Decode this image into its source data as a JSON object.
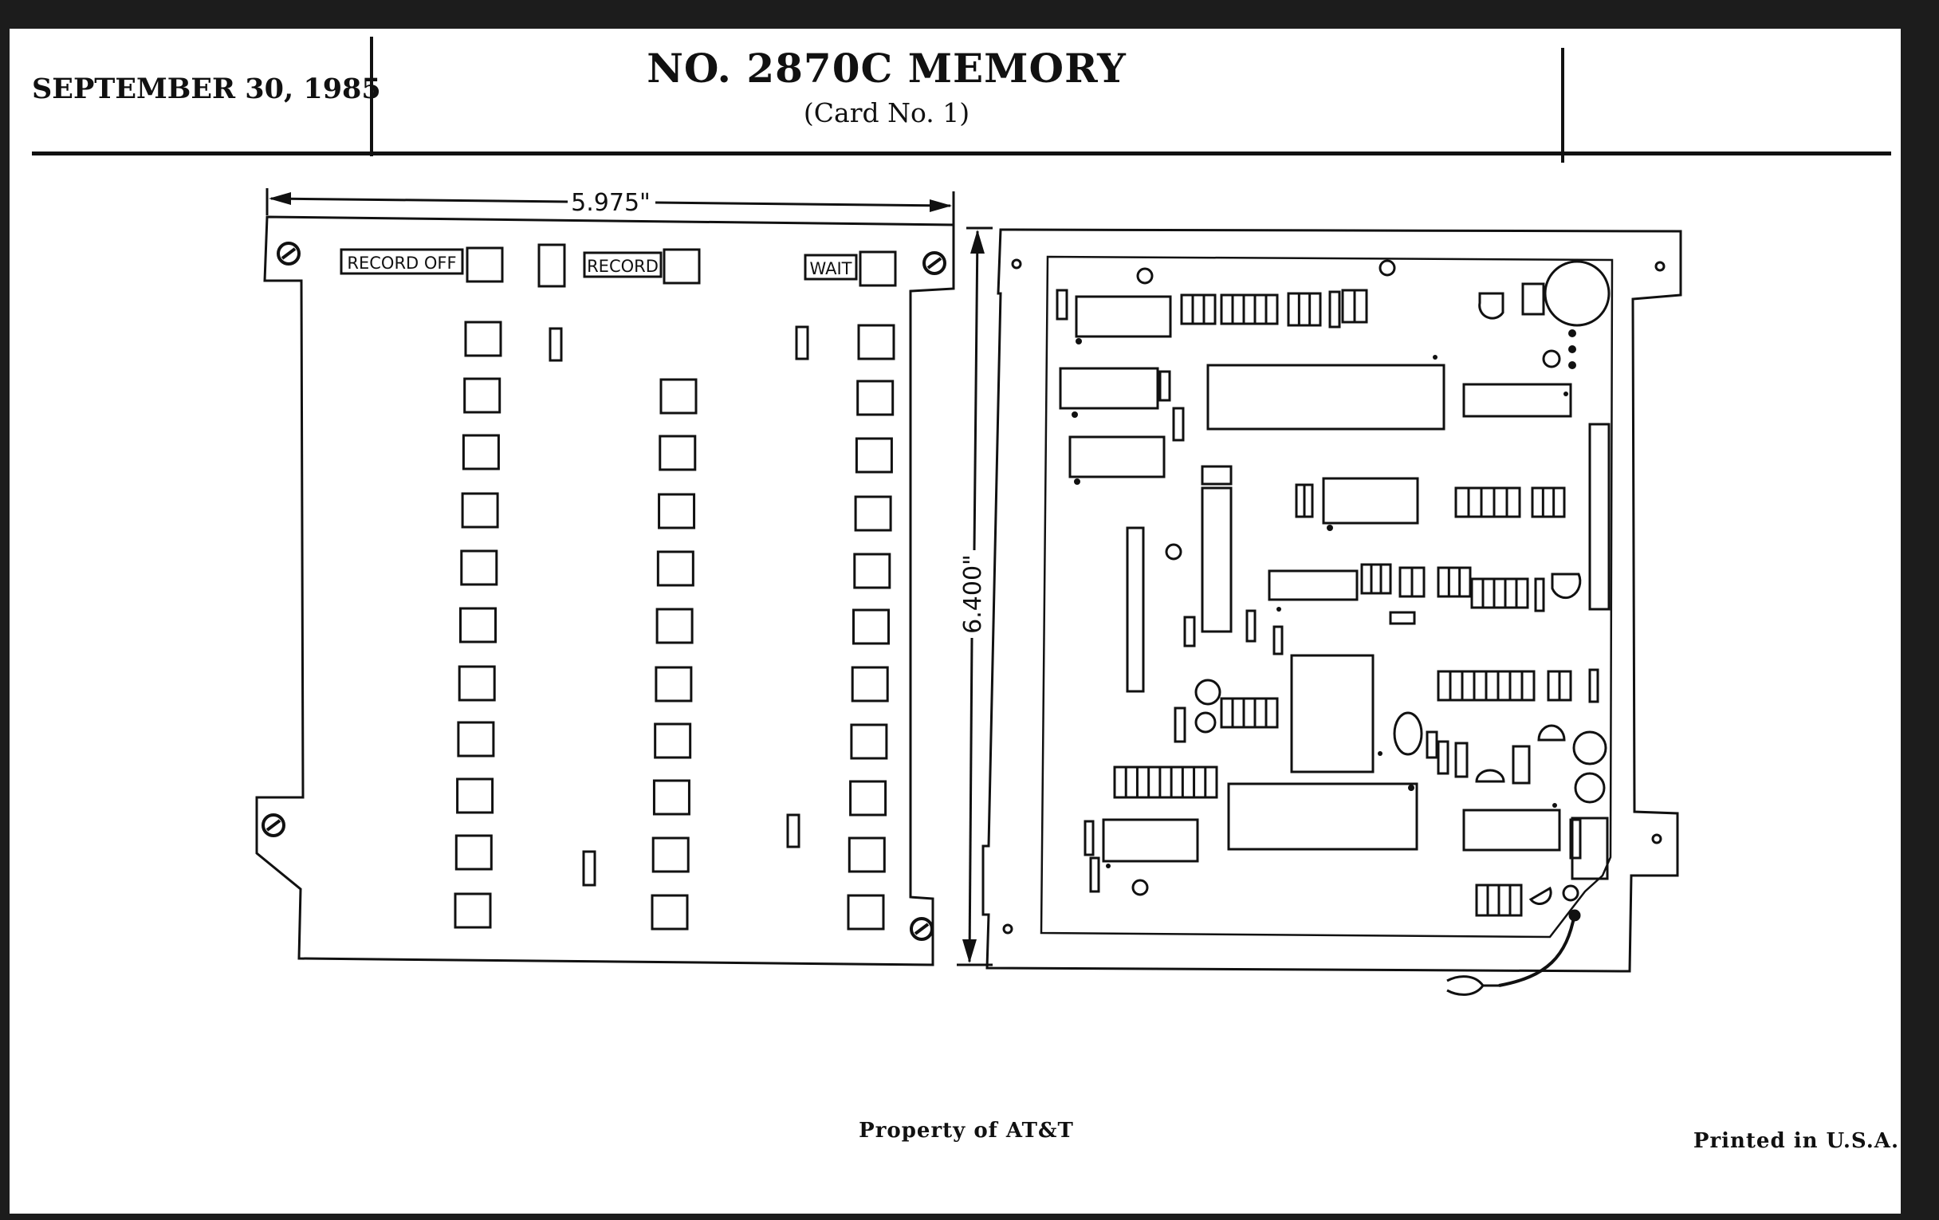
{
  "header": {
    "date": "SEPTEMBER 30, 1985",
    "title": "NO. 2870C MEMORY",
    "subtitle": "(Card No. 1)"
  },
  "front_panel": {
    "width_dimension": "5.975\"",
    "height_dimension": "6.400\"",
    "labels": {
      "record_off": "RECORD OFF",
      "record": "RECORD",
      "wait": "WAIT"
    }
  },
  "footer": {
    "property": "Property of AT&T",
    "printed": "Printed in U.S.A."
  },
  "colors": {
    "ink": "#111111",
    "paper": "#ffffff",
    "frame": "#1c1c1c"
  }
}
